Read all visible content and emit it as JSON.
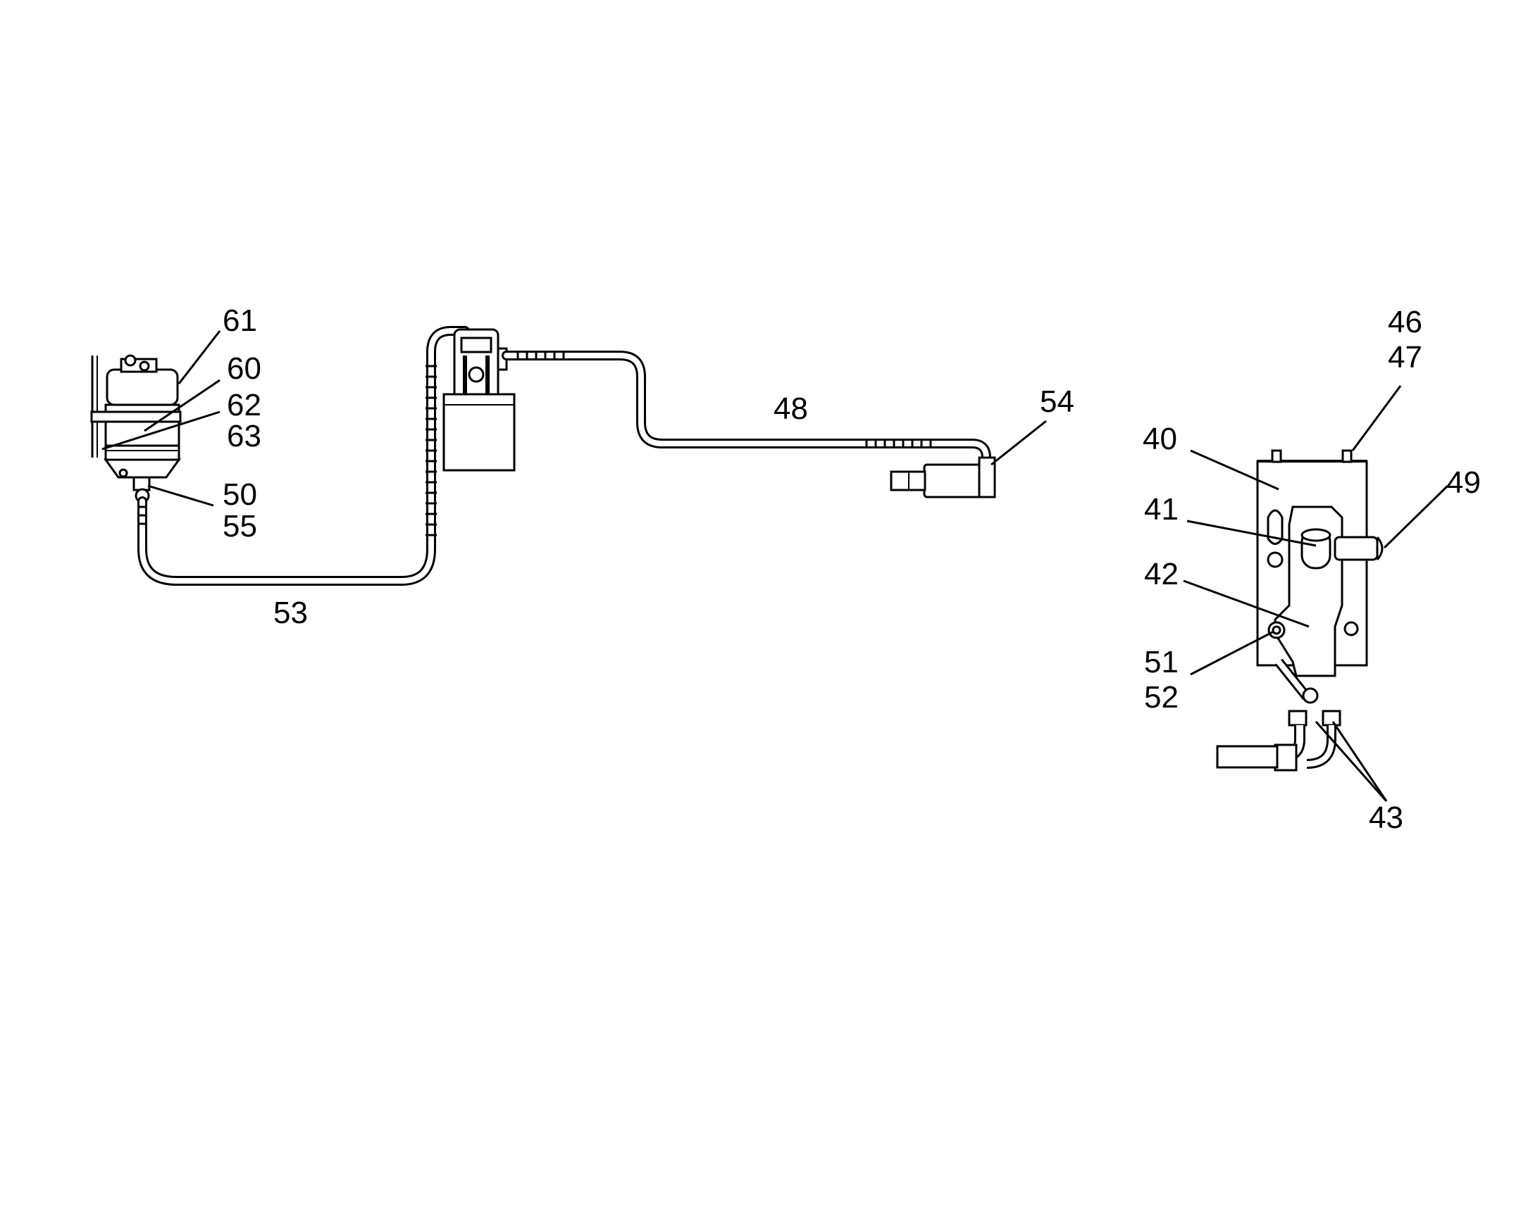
{
  "callouts": {
    "c61": "61",
    "c60": "60",
    "c62": "62",
    "c63": "63",
    "c50": "50",
    "c55": "55",
    "c53": "53",
    "c48": "48",
    "c54": "54",
    "c46": "46",
    "c47": "47",
    "c40": "40",
    "c49": "49",
    "c41": "41",
    "c42": "42",
    "c51": "51",
    "c52": "52",
    "c43": "43"
  },
  "colors": {
    "line": "#000000",
    "background": "#ffffff"
  }
}
